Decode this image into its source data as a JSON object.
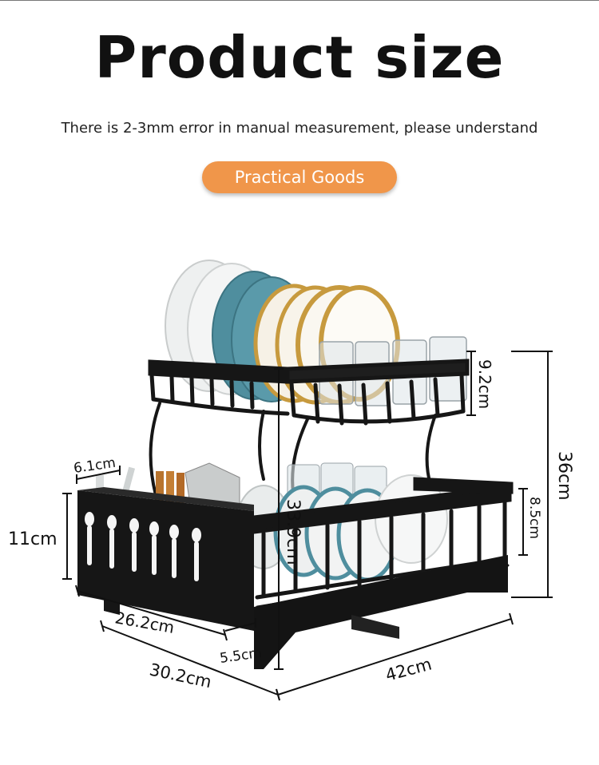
{
  "header": {
    "title": "Product size",
    "subtitle": "There is 2-3mm error in manual measurement, please understand",
    "badge": "Practical Goods"
  },
  "colors": {
    "badge_bg": "#f0964a",
    "rack": "#161616",
    "plate_teal": "#4f8e9e",
    "plate_gold": "#c79a3e"
  },
  "dimensions": {
    "utensil_width": "6.1cm",
    "utensil_height": "11cm",
    "top_tier_height": "9.2cm",
    "total_height": "36cm",
    "lower_side_height": "8.5cm",
    "inner_height": "33.9cm",
    "utensil_depth": "26.2cm",
    "tray_gap": "5.5cm",
    "depth": "30.2cm",
    "width": "42cm"
  },
  "icons": {
    "product": "dish-rack-illustration"
  }
}
